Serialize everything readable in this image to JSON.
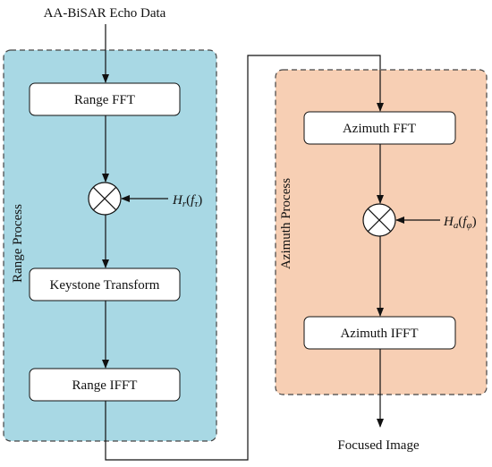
{
  "title_input": "AA-BiSAR  Echo Data",
  "output_label": "Focused  Image",
  "range_group": {
    "label": "Range Process",
    "steps": [
      "Range FFT",
      "Keystone Transform",
      "Range IFFT"
    ],
    "filter": {
      "symbol": "H",
      "subscript": "r",
      "open": "(",
      "arg": "f",
      "arg_subscript": "τ",
      "close": ")"
    }
  },
  "azimuth_group": {
    "label": "Azimuth Process",
    "steps": [
      "Azimuth FFT",
      "Azimuth IFFT"
    ],
    "filter": {
      "symbol": "H",
      "subscript": "a",
      "open": "(",
      "arg": "f",
      "arg_subscript": "φ",
      "close": ")"
    }
  },
  "colors": {
    "range_fill": "#a8d8e4",
    "azimuth_fill": "#f7cfb4",
    "box_fill": "#ffffff",
    "stroke": "#111111",
    "dashed_border": "#444444"
  },
  "icons": {
    "multiplier": "circled-x-icon"
  }
}
